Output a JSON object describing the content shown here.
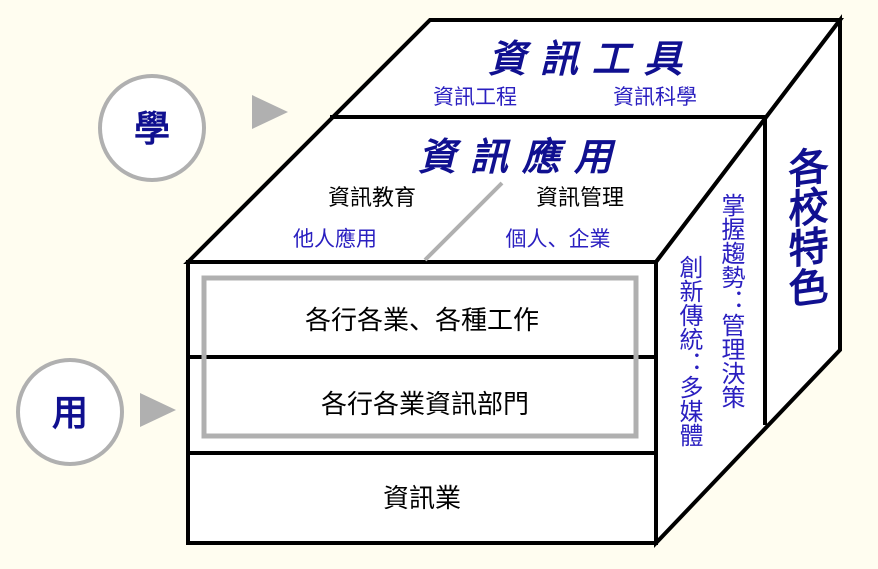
{
  "labels": {
    "learn": "學",
    "use": "用"
  },
  "top_layer": {
    "title": "資訊工具",
    "items": [
      "資訊工程",
      "資訊科學"
    ]
  },
  "second_layer": {
    "title": "資訊應用",
    "left": "資訊教育",
    "right": "資訊管理",
    "left_sub": "他人應用",
    "right_sub": "個人、企業"
  },
  "front": {
    "rows": [
      "各行各業、各種工作",
      "各行各業資訊部門",
      "資訊業"
    ]
  },
  "side": {
    "front_text": "創新傳統：多媒體",
    "middle_text": "掌握趨勢：管理決策",
    "back_text": "各校特色"
  },
  "colors": {
    "text_blue": "#2a1fc0",
    "navy": "#101090",
    "background": "#fffdf0",
    "gray": "#b0b0b0"
  }
}
